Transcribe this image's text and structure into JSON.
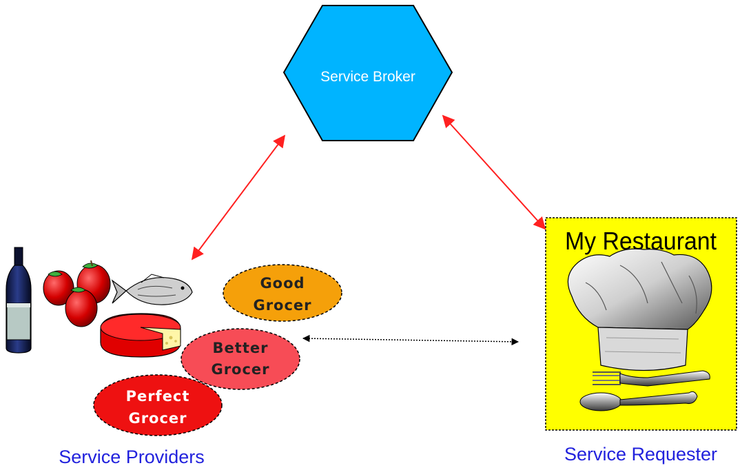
{
  "broker": {
    "label": "Service Broker",
    "fill": "#00b4ff"
  },
  "requester": {
    "title": "My Restaurant",
    "caption": "Service Requester",
    "fill": "#ffff00"
  },
  "providers": {
    "caption": "Service Providers",
    "grocers": [
      {
        "line1": "Good",
        "line2": "Grocer",
        "fill": "#f5a00a"
      },
      {
        "line1": "Better",
        "line2": "Grocer",
        "fill": "#f74c56"
      },
      {
        "line1": "Perfect",
        "line2": "Grocer",
        "fill": "#ee1111"
      }
    ]
  },
  "colors": {
    "caption": "#2222dd",
    "link": "#ff2020",
    "binding": "#000000"
  }
}
